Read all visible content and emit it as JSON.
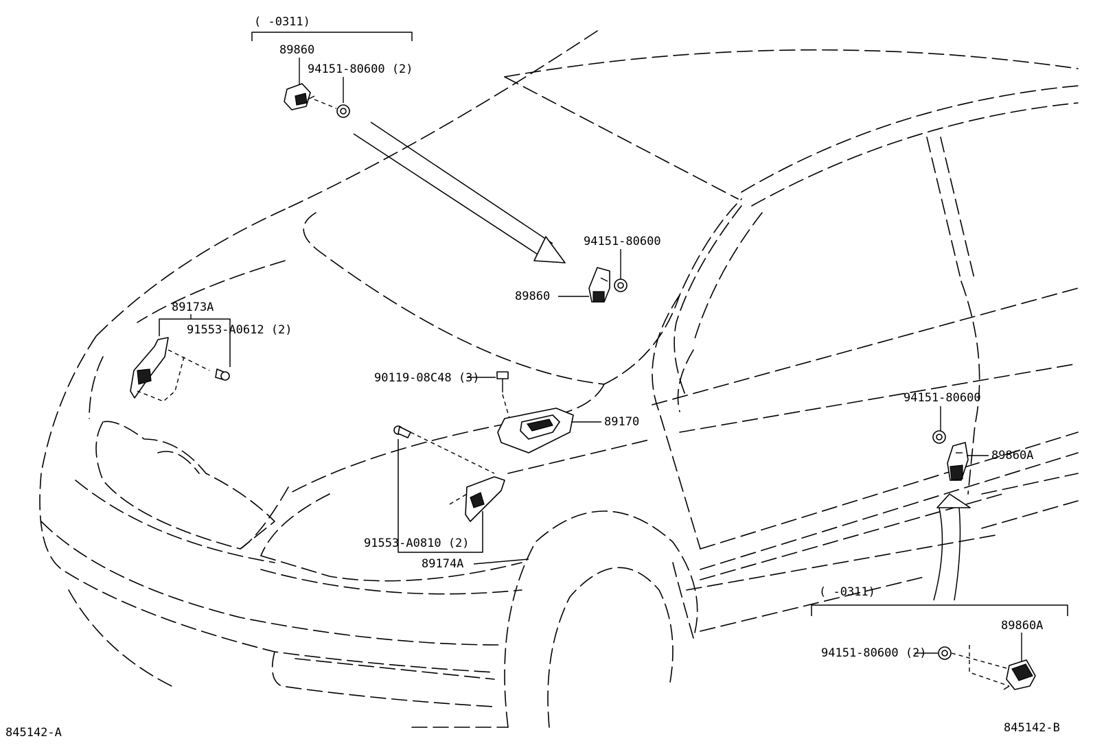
{
  "labels": {
    "top_bracket_range": "(      -0311)",
    "top_bracket_sensor": "89860",
    "top_bracket_nut": "94151-80600 (2)",
    "center_nut": "94151-80600",
    "center_sensor": "89860",
    "left_bracket": "89173A",
    "left_bolt": "91553-A0612 (2)",
    "ecu_bolt": "90119-08C48 (3)",
    "ecu": "89170",
    "right_bracket_bolt": "91553-A0810 (2)",
    "right_bracket": "89174A",
    "side_nut": "94151-80600",
    "side_sensor": "89860A",
    "bottom_bracket_range": "(      -0311)",
    "bottom_bracket_sensor": "89860A",
    "bottom_bracket_nut": "94151-80600 (2)",
    "figure_id_left": "845142-A",
    "figure_id_right": "845142-B"
  }
}
